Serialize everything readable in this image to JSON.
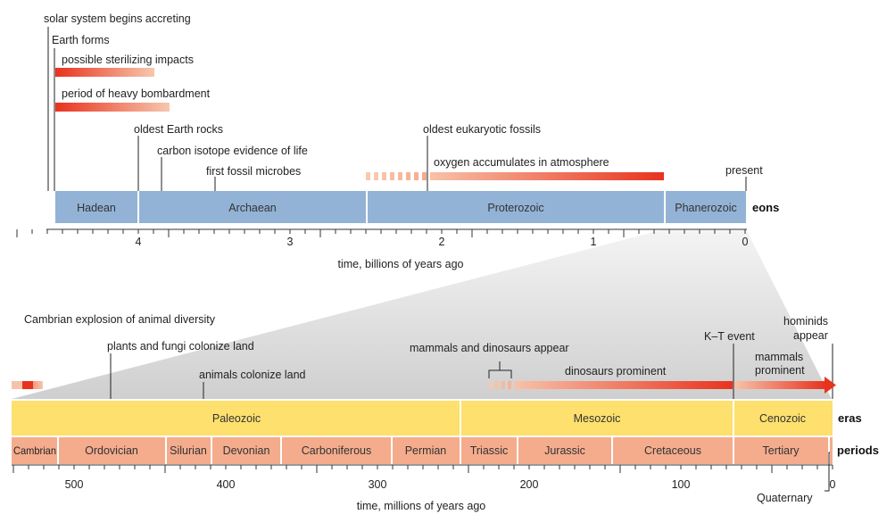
{
  "colors": {
    "eon_fill": "#93b3d6",
    "era_fill": "#fde06d",
    "period_fill": "#f4ac8d",
    "red_strong": "#e8331f",
    "red_light": "#f7c2a8",
    "zoom_fill": "#d6d6d6"
  },
  "top": {
    "row_label": "eons",
    "axis_title": "time, billions of years ago",
    "ticks": [
      "4",
      "3",
      "2",
      "1",
      "0"
    ],
    "eons": [
      {
        "name": "Hadean",
        "start": 4.6,
        "end": 4.0
      },
      {
        "name": "Archaean",
        "start": 4.0,
        "end": 2.5
      },
      {
        "name": "Proterozoic",
        "start": 2.5,
        "end": 0.54
      },
      {
        "name": "Phanerozoic",
        "start": 0.54,
        "end": 0.0
      }
    ],
    "events": [
      {
        "label": "solar system begins accreting",
        "time": 4.65
      },
      {
        "label": "Earth forms",
        "time": 4.56
      },
      {
        "label": "possible sterilizing impacts",
        "start": 4.56,
        "end": 3.9
      },
      {
        "label": "period of heavy bombardment",
        "start": 4.56,
        "end": 3.8
      },
      {
        "label": "oldest Earth rocks",
        "time": 4.0
      },
      {
        "label": "carbon isotope evidence of life",
        "time": 3.85
      },
      {
        "label": "first fossil microbes",
        "time": 3.5
      },
      {
        "label": "oldest eukaryotic fossils",
        "time": 2.1
      },
      {
        "label": "oxygen accumulates in atmosphere",
        "dashed_start": 2.45,
        "start": 2.1,
        "end": 0.54
      },
      {
        "label": "present",
        "time": 0.0
      }
    ]
  },
  "bottom": {
    "era_row_label": "eras",
    "period_row_label": "periods",
    "axis_title": "time, millions of years ago",
    "ticks": [
      "500",
      "400",
      "300",
      "200",
      "100",
      "0"
    ],
    "eras": [
      {
        "name": "Paleozoic",
        "start": 542,
        "end": 251
      },
      {
        "name": "Mesozoic",
        "start": 251,
        "end": 65
      },
      {
        "name": "Cenozoic",
        "start": 65,
        "end": 0
      }
    ],
    "periods": [
      {
        "name": "Cambrian",
        "start": 542,
        "end": 510
      },
      {
        "name": "Ordovician",
        "start": 510,
        "end": 440
      },
      {
        "name": "Silurian",
        "start": 440,
        "end": 410
      },
      {
        "name": "Devonian",
        "start": 410,
        "end": 363
      },
      {
        "name": "Carboniferous",
        "start": 363,
        "end": 290
      },
      {
        "name": "Permian",
        "start": 290,
        "end": 245
      },
      {
        "name": "Triassic",
        "start": 245,
        "end": 208
      },
      {
        "name": "Jurassic",
        "start": 208,
        "end": 146
      },
      {
        "name": "Cretaceous",
        "start": 146,
        "end": 65
      },
      {
        "name": "Tertiary",
        "start": 65,
        "end": 1.8
      }
    ],
    "quaternary_label": "Quaternary",
    "events": [
      {
        "label": "Cambrian explosion of animal diversity",
        "time": 530
      },
      {
        "label": "plants and fungi colonize land",
        "time": 475
      },
      {
        "label": "animals colonize land",
        "time": 410
      },
      {
        "label": "mammals and dinosaurs appear",
        "start": 230,
        "end": 210
      },
      {
        "label": "dinosaurs prominent",
        "start": 210,
        "end": 65
      },
      {
        "label": "K–T event",
        "time": 65
      },
      {
        "label": "mammals",
        "label2": "prominent",
        "start": 65,
        "end": 0
      },
      {
        "label": "hominids",
        "label2": "appear",
        "time": 2
      }
    ]
  }
}
